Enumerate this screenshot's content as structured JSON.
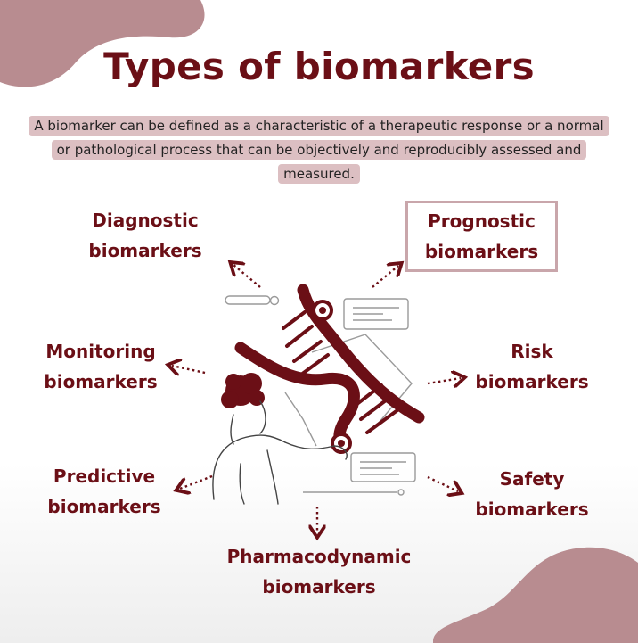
{
  "title": "Types of biomarkers",
  "description": "A biomarker can be defined as a characteristic of a therapeutic response or a normal or pathological process that can be objectively and reproducibly assessed and measured.",
  "types": {
    "diagnostic": "Diagnostic\nbiomarkers",
    "prognostic": "Prognostic\nbiomarkers",
    "monitoring": "Monitoring\nbiomarkers",
    "risk": "Risk\nbiomarkers",
    "predictive": "Predictive\nbiomarkers",
    "safety": "Safety\nbiomarkers",
    "pharmacodynamic": "Pharmacodynamic\nbiomarkers"
  },
  "colors": {
    "primary": "#6b0f16",
    "blob": "#b88c90",
    "highlight": "#dcbfc2",
    "box_border": "#c9a6ab"
  },
  "illustration": "researcher-with-dna-helix"
}
